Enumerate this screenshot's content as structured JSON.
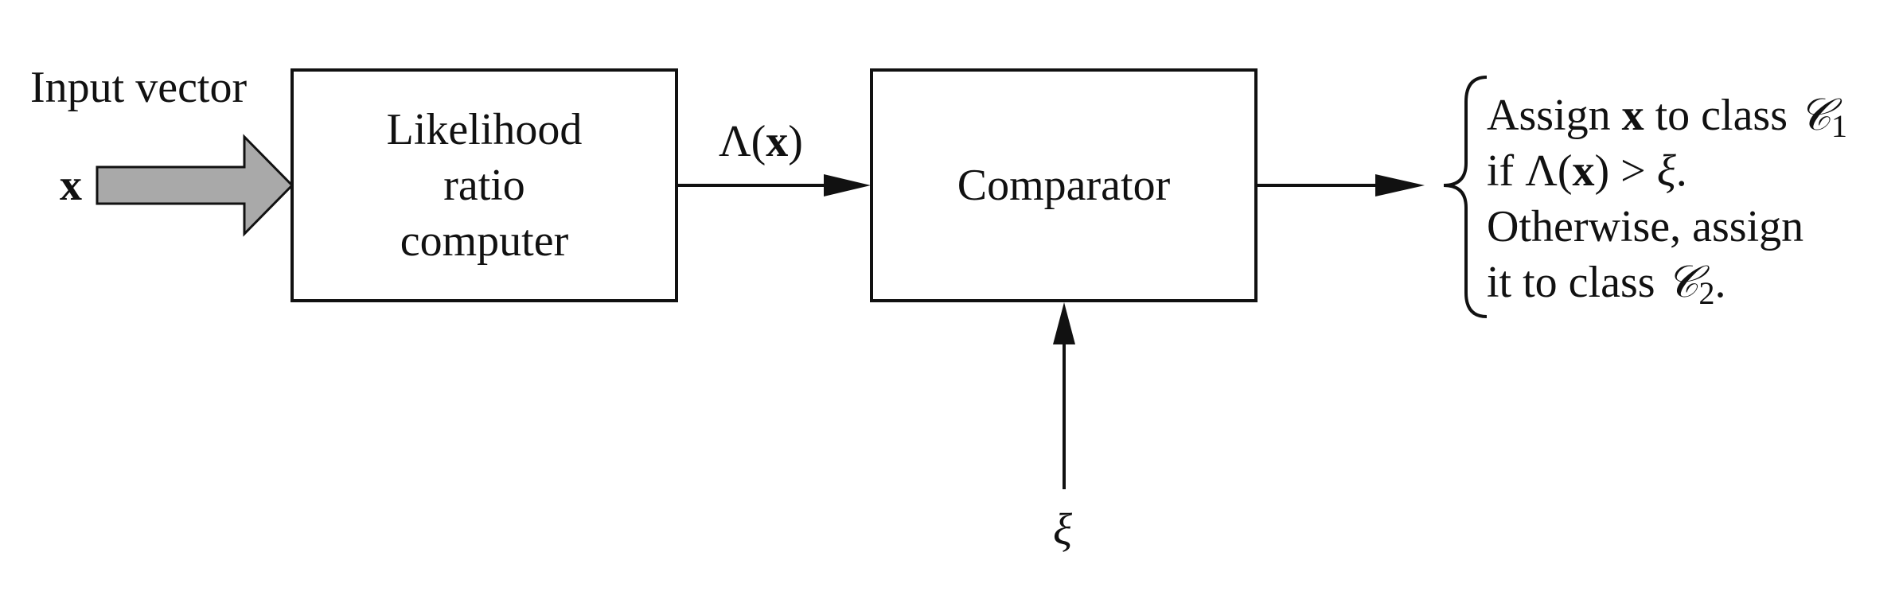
{
  "input": {
    "caption": "Input vector",
    "symbol": "x"
  },
  "blocks": {
    "likelihood": {
      "lines": [
        "Likelihood",
        "ratio",
        "computer"
      ]
    },
    "comparator": {
      "label": "Comparator"
    }
  },
  "signal": {
    "lambda": "Λ",
    "open": "(",
    "x": "x",
    "close": ")"
  },
  "threshold": {
    "symbol": "ξ"
  },
  "decision": {
    "line1_pre": "Assign ",
    "line1_x": "x",
    "line1_mid": " to class ",
    "class_symbol": "𝒞",
    "class1_sub": "1",
    "line2_pre": "if Λ(",
    "line2_x": "x",
    "line2_mid": ") > ",
    "line2_xi": "ξ",
    "line2_end": ".",
    "line3": "Otherwise, assign",
    "line4_pre": "it to class ",
    "class2_sub": "2",
    "line4_end": "."
  },
  "colors": {
    "stroke": "#111111",
    "fat_arrow_fill": "#a9a9a9"
  }
}
